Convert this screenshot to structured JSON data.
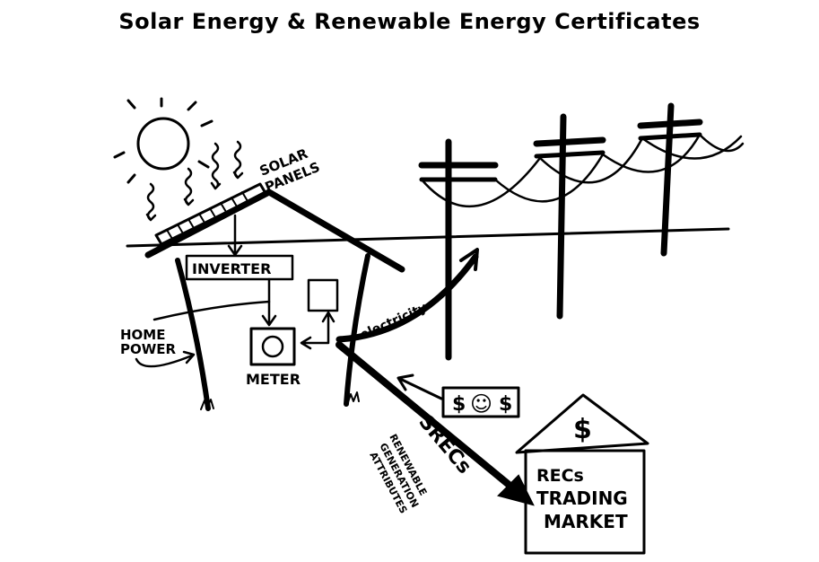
{
  "title": "Solar Energy & Renewable Energy Certificates",
  "labels": {
    "solar_panels_line1": "SOLAR",
    "solar_panels_line2": "PANELS",
    "inverter": "INVERTER",
    "home_power_line1": "HOME",
    "home_power_line2": "POWER",
    "meter": "METER",
    "electricity": "electricity",
    "srecs": "SRECs",
    "attributes_line1": "RENEWABLE",
    "attributes_line2": "GENERATION",
    "attributes_line3": "ATTRIBUTES",
    "market_line1": "RECs",
    "market_line2": "TRADING",
    "market_line3": "MARKET",
    "market_roof_symbol": "$",
    "bill_left": "$",
    "bill_right": "$",
    "bill_face": "☺"
  },
  "icons": [
    "sun-icon",
    "house-icon",
    "solar-panel-icon",
    "power-pole-icon",
    "dollar-bill-icon",
    "market-building-icon"
  ]
}
